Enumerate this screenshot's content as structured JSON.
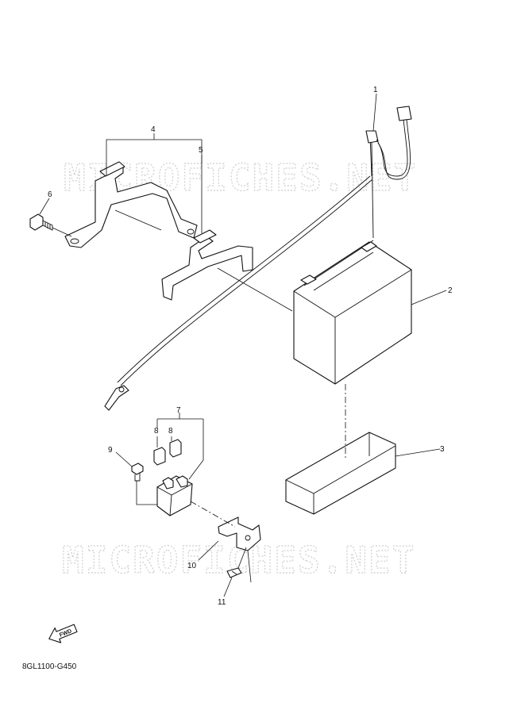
{
  "watermark": "MICROFICHES.NET",
  "callouts": {
    "p1": "1",
    "p2": "2",
    "p3": "3",
    "p4": "4",
    "p5": "5",
    "p6": "6",
    "p7": "7",
    "p8a": "8",
    "p8b": "8",
    "p9": "9",
    "p10": "10",
    "p11": "11"
  },
  "fwd_label": "FWD",
  "drawing_code": "8GL1100-G450"
}
